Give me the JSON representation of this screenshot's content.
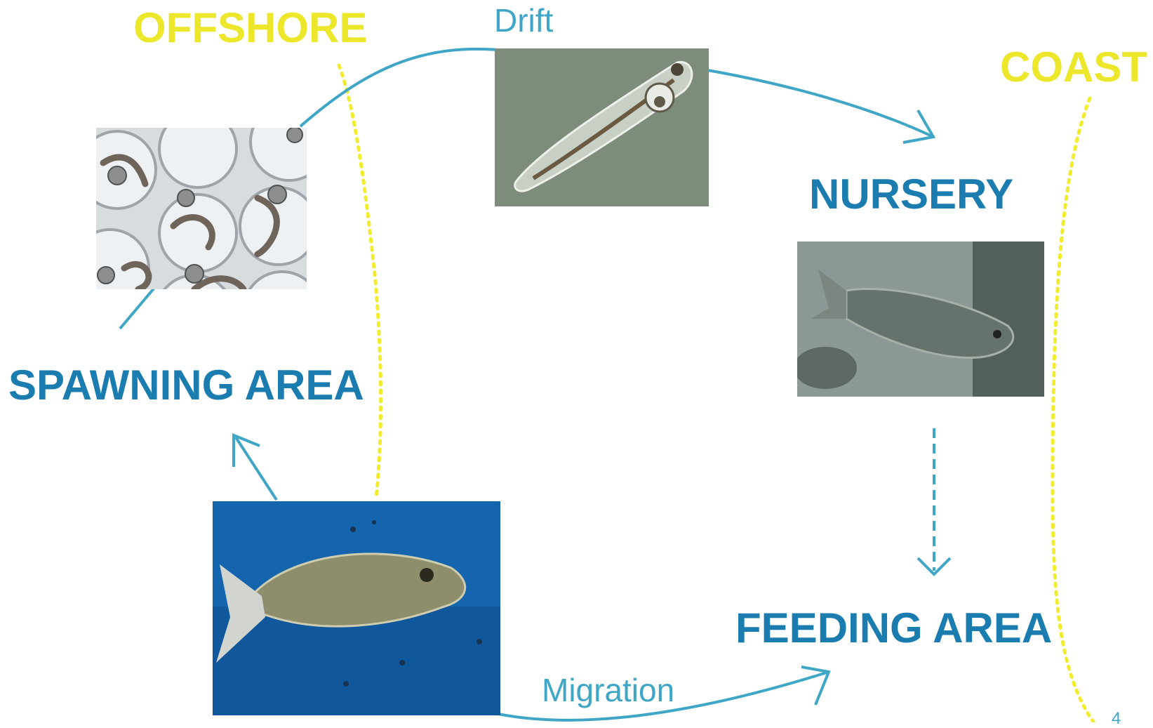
{
  "zones": {
    "offshore": "OFFSHORE",
    "coast": "COAST"
  },
  "stages": {
    "spawning": "SPAWNING AREA",
    "nursery": "NURSERY",
    "feeding": "FEEDING AREA"
  },
  "transitions": {
    "drift": "Drift",
    "migration": "Migration"
  },
  "page_number": "4",
  "images": {
    "eggs": "fish-eggs-photo",
    "larva": "larva-photo",
    "juvenile": "juvenile-fish-photo",
    "adult": "adult-fish-photo"
  },
  "colors": {
    "zone_label": "#ECE72A",
    "zone_boundary": "#F2EC2E",
    "stage_label": "#1A7CAF",
    "arrow": "#3FA6C6"
  }
}
